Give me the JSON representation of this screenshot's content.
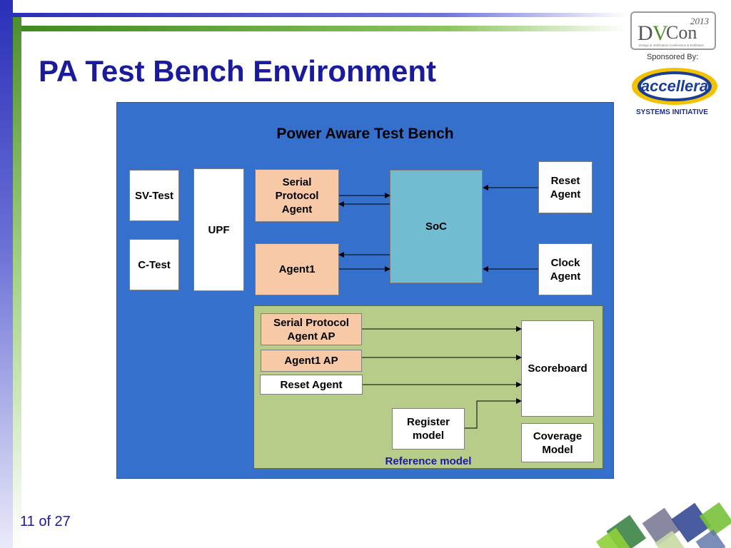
{
  "slide": {
    "title": "PA Test Bench Environment",
    "page_number": "11 of 27"
  },
  "branding": {
    "dvcon_logo_text": "DVCon",
    "dvcon_year": "2013",
    "dvcon_tagline": "Design & Verification Conference & Exhibition",
    "sponsored_by": "Sponsored By:",
    "accellera_logo_text": "accellera",
    "systems_initiative": "SYSTEMS INITIATIVE"
  },
  "diagram": {
    "title": "Power Aware Test Bench",
    "sv_test": "SV-Test",
    "c_test": "C-Test",
    "upf": "UPF",
    "serial_protocol_agent": "Serial Protocol Agent",
    "agent1": "Agent1",
    "soc": "SoC",
    "reset_agent": "Reset Agent",
    "clock_agent": "Clock Agent",
    "reference_model": {
      "label": "Reference model",
      "serial_protocol_agent_ap": "Serial Protocol Agent AP",
      "agent1_ap": "Agent1 AP",
      "reset_agent": "Reset Agent",
      "register_model": "Register model",
      "scoreboard": "Scoreboard",
      "coverage_model": "Coverage Model"
    }
  },
  "colors": {
    "title": "#1a1a9c",
    "testbench_bg": "#3570cc",
    "reference_bg": "#b8cc8a",
    "agent_fill": "#f7c9a6",
    "soc_fill": "#72bcd2"
  }
}
